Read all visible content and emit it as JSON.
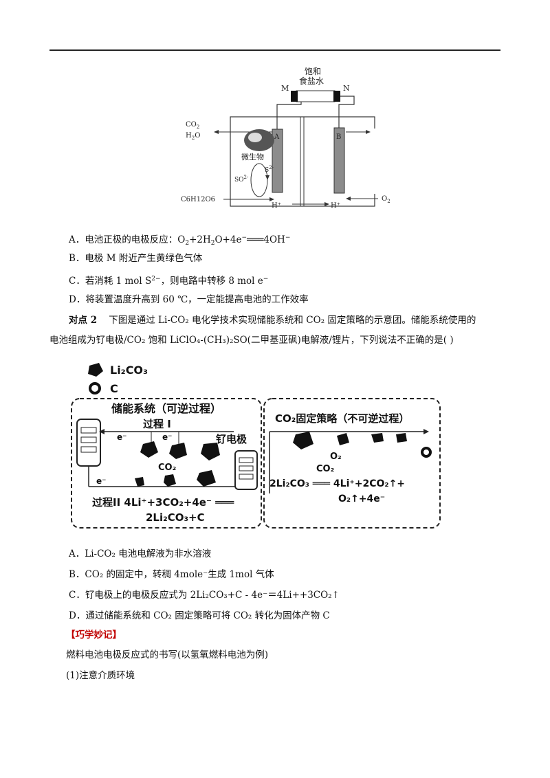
{
  "figure1": {
    "salt_label_line1": "饱和",
    "salt_label_line2": "食盐水",
    "label_M": "M",
    "label_N": "N",
    "label_A": "A",
    "label_B": "B",
    "label_co2": "CO",
    "label_co2_sub": "2",
    "label_h2o": "H",
    "label_h2o_sub": "2",
    "label_h2o_tail": "O",
    "label_microbe": "微生物",
    "label_s2": "S",
    "label_s2_sup": "2-",
    "label_so4": "SO",
    "label_so4_sup": "2-",
    "label_so4_sub": "4",
    "label_glucose": "C6H12O6",
    "label_hplus": "H⁺",
    "label_o2": "O",
    "label_o2_sub": "2"
  },
  "q1_options": {
    "A_prefix": "A．电池正极的电极反应：O",
    "A_s1": "2",
    "A_mid": "+2H",
    "A_s2": "2",
    "A_mid2": "O+4e",
    "A_sup": "−",
    "A_eq": "═══4OH",
    "A_sup2": "−",
    "B": "B．电极 M 附近产生黄绿色气体",
    "C_prefix": "C．若消耗 1 mol S",
    "C_sup": "2−",
    "C_tail": "，则电路中转移 8 mol e",
    "C_sup2": "−",
    "D": "D．将装置温度升高到 60 ℃，一定能提高电池的工作效率"
  },
  "q2": {
    "heading": "对点 2",
    "stem_line1": "下图是通过 Li-CO₂ 电化学技术实现储能系统和 CO₂ 固定策略的示意团。储能系统使用的",
    "stem_line2": "电池组成为钌电极/CO₂ 饱和 LiClO₄-(CH₃)₂SO(二甲基亚砜)电解液/锂片，下列说法不正确的是(      )"
  },
  "figure2": {
    "legend_li2co3": "Li₂CO₃",
    "legend_c": "C",
    "left_title": "储能系统（可逆过程）",
    "process1": "过程 I",
    "ru_electrode": "钌电极",
    "e_label": "e⁻",
    "co2_label": "CO₂",
    "process2_line1": "过程II 4Li⁺+3CO₂+4e⁻ ═══",
    "process2_line2": "2Li₂CO₃+C",
    "right_title": "CO₂固定策略（不可逆过程）",
    "o2_label": "O₂",
    "co2_label2": "CO₂",
    "eq_left": "2Li₂CO₃ ═══ 4Li⁺+2CO₂↑+",
    "eq_right2": "O₂↑+4e⁻"
  },
  "q2_options": {
    "A": "A．Li-CO₂ 电池电解液为非水溶液",
    "B": "B．CO₂ 的固定中，转稠 4mole⁻生成 1mol 气体",
    "C": "C．钌电极上的电极反应式为 2Li₂CO₃+C - 4e⁻＝4Li++3CO₂↑",
    "D": "D．通过储能系统和 CO₂ 固定策略可将 CO₂ 转化为固体产物 C"
  },
  "tips": {
    "heading": "【巧学妙记】",
    "line1": "燃料电池电极反应式的书写(以氢氧燃料电池为例)",
    "line2": "(1)注意介质环境"
  }
}
